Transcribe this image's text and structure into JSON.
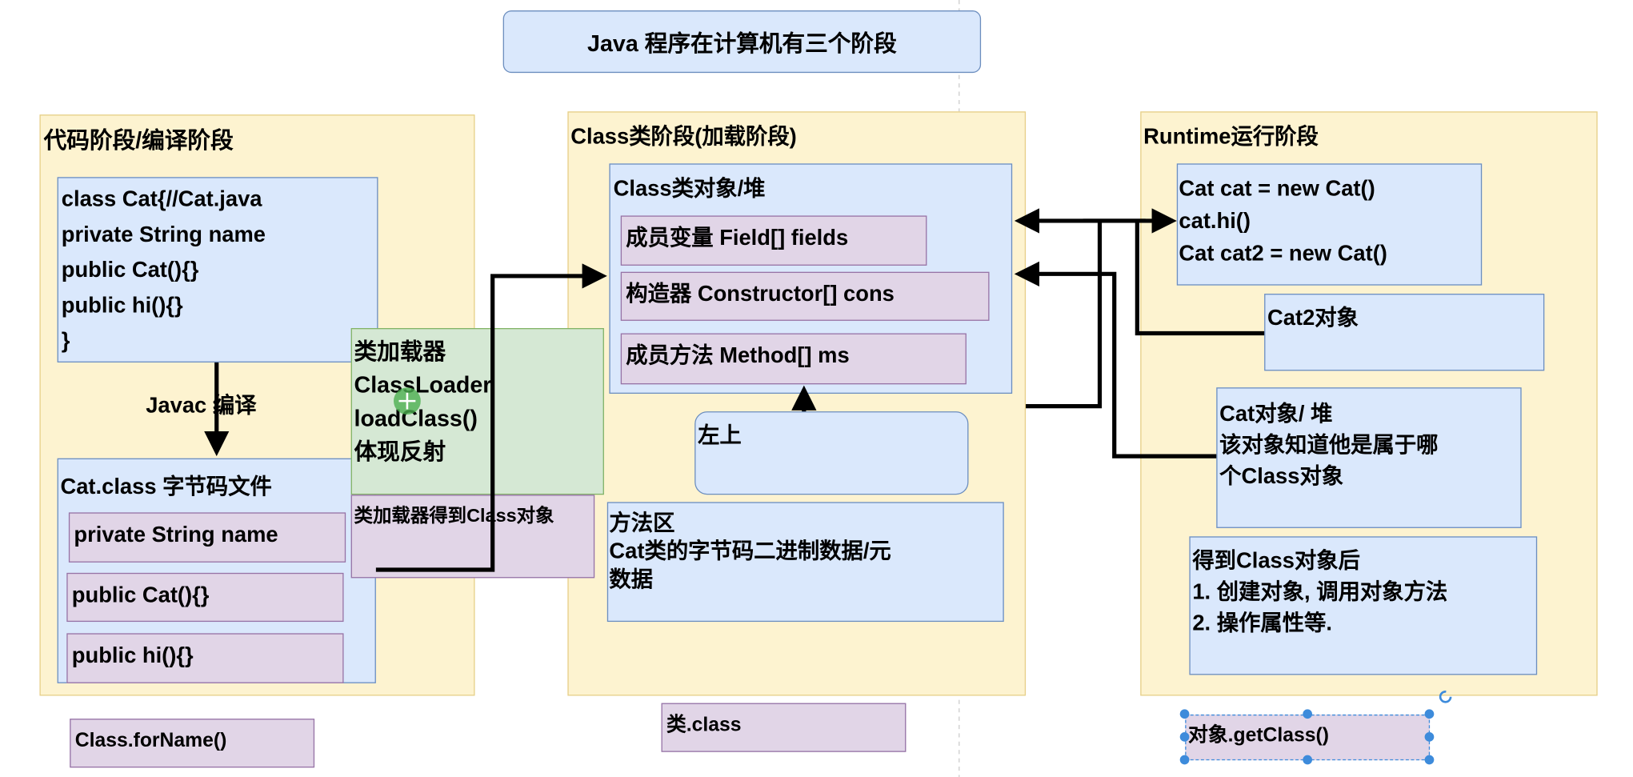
{
  "title": "Java 程序在计算机有三个阶段",
  "code_stage": {
    "title": "代码阶段/编译阶段",
    "source_lines": [
      "class Cat{//Cat.java",
      "private String name",
      "public Cat(){}",
      "public hi(){}",
      "}"
    ],
    "compile_label": "Javac 编译",
    "bytecode_title": "Cat.class 字节码文件",
    "bytecode_items": [
      "private String name",
      "public Cat(){}",
      "public hi(){}"
    ],
    "method_label": "Class.forName()"
  },
  "classloader": {
    "lines": [
      "类加载器",
      "ClassLoader",
      "loadClass()",
      "体现反射"
    ],
    "result": "类加载器得到Class对象"
  },
  "class_stage": {
    "title": "Class类阶段(加载阶段)",
    "heap_title": "Class类对象/堆",
    "members": [
      "成员变量 Field[] fields",
      "构造器 Constructor[] cons",
      "成员方法 Method[] ms"
    ],
    "method_area": "方法区\nCat类的字节码二进制数据/元\n数据",
    "note": "左上",
    "method_label": "类.class"
  },
  "runtime_stage": {
    "title": "Runtime运行阶段",
    "code_lines": [
      "Cat cat = new Cat()",
      "cat.hi()",
      "Cat cat2 = new Cat()"
    ],
    "cat2": "Cat2对象",
    "cat_obj": "Cat对象/ 堆\n该对象知道他是属于哪\n个Class对象",
    "after": "得到Class对象后\n1. 创建对象, 调用对象方法\n2. 操作属性等.",
    "method_label": "对象.getClass()"
  },
  "colors": {
    "panel": "#fdf3d0",
    "blue": "#dae8fc",
    "purple": "#e1d5e7",
    "green": "#d5e8d4"
  }
}
